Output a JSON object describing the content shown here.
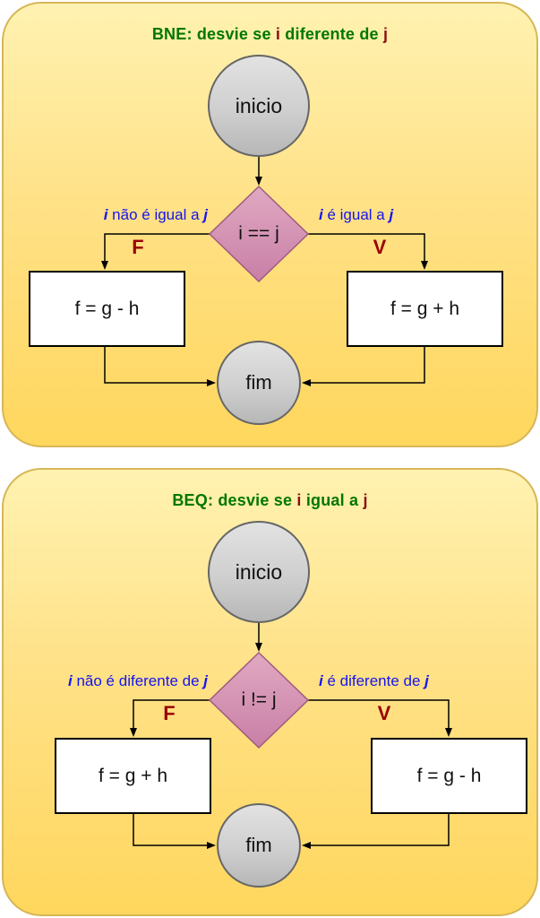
{
  "colors": {
    "panel_fill_top": "#fff2b1",
    "panel_fill_bottom": "#ffd75e",
    "panel_border": "#d6b656",
    "title_green": "#007700",
    "title_variable_red": "#8b1010",
    "condition_blue": "#1414f0",
    "branch_letter_red": "#990000",
    "node_border_gray": "#666666",
    "diamond_fill_top": "#e0a9c2",
    "diamond_fill_bottom": "#c97fa6",
    "diamond_border": "#9e5b7e",
    "process_box_fill": "#ffffff"
  },
  "panels": [
    {
      "title": {
        "prefix": "BNE: desvie se ",
        "var1": "i",
        "middle": " diferente de ",
        "var2": "j"
      },
      "start": "inicio",
      "decision": "i == j",
      "left_condition": {
        "var1": "i",
        "text": " não é igual a ",
        "var2": "j"
      },
      "right_condition": {
        "var1": "i",
        "text": " é igual a ",
        "var2": "j"
      },
      "false_label": "F",
      "true_label": "V",
      "left_process": "f = g - h",
      "right_process": "f = g + h",
      "end": "fim"
    },
    {
      "title": {
        "prefix": "BEQ: desvie se ",
        "var1": "i",
        "middle": " igual a ",
        "var2": "j"
      },
      "start": "inicio",
      "decision": "i != j",
      "left_condition": {
        "var1": "i",
        "text": " não é diferente de ",
        "var2": "j"
      },
      "right_condition": {
        "var1": "i",
        "text": " é diferente de ",
        "var2": "j"
      },
      "false_label": "F",
      "true_label": "V",
      "left_process": "f = g + h",
      "right_process": "f = g - h",
      "end": "fim"
    }
  ]
}
